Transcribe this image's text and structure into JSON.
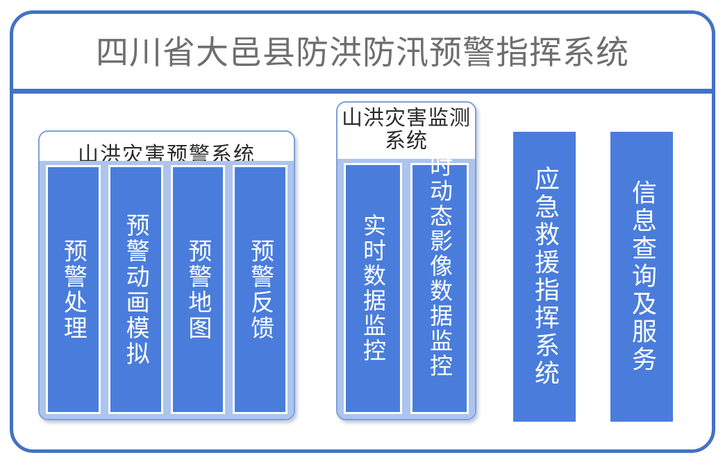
{
  "header": {
    "title": "四川省大邑县防洪防汛预警指挥系统"
  },
  "colors": {
    "frame_border": "#4472C4",
    "title_text": "#6E6E6E",
    "bar_fill": "#4A7DDB",
    "tray_fill": "#ACC4EE",
    "panel_border": "#7F9FD6",
    "panel_background": "#FFFFFF",
    "bar_text": "#FFFFFF"
  },
  "panels": [
    {
      "id": "warning-system",
      "title": "山洪灾害预警系统",
      "items": [
        {
          "label": "预警处理"
        },
        {
          "label": "预警动画模拟"
        },
        {
          "label": "预警地图"
        },
        {
          "label": "预警反馈"
        }
      ]
    },
    {
      "id": "monitor-system",
      "title": "山洪灾害监测系统",
      "items": [
        {
          "label": "实时数据监控"
        },
        {
          "label": "实时动态影像数据监控"
        }
      ]
    }
  ],
  "standalone_modules": [
    {
      "id": "rescue-command",
      "label": "应急救援指挥系统"
    },
    {
      "id": "info-service",
      "label": "信息查询及服务"
    }
  ]
}
